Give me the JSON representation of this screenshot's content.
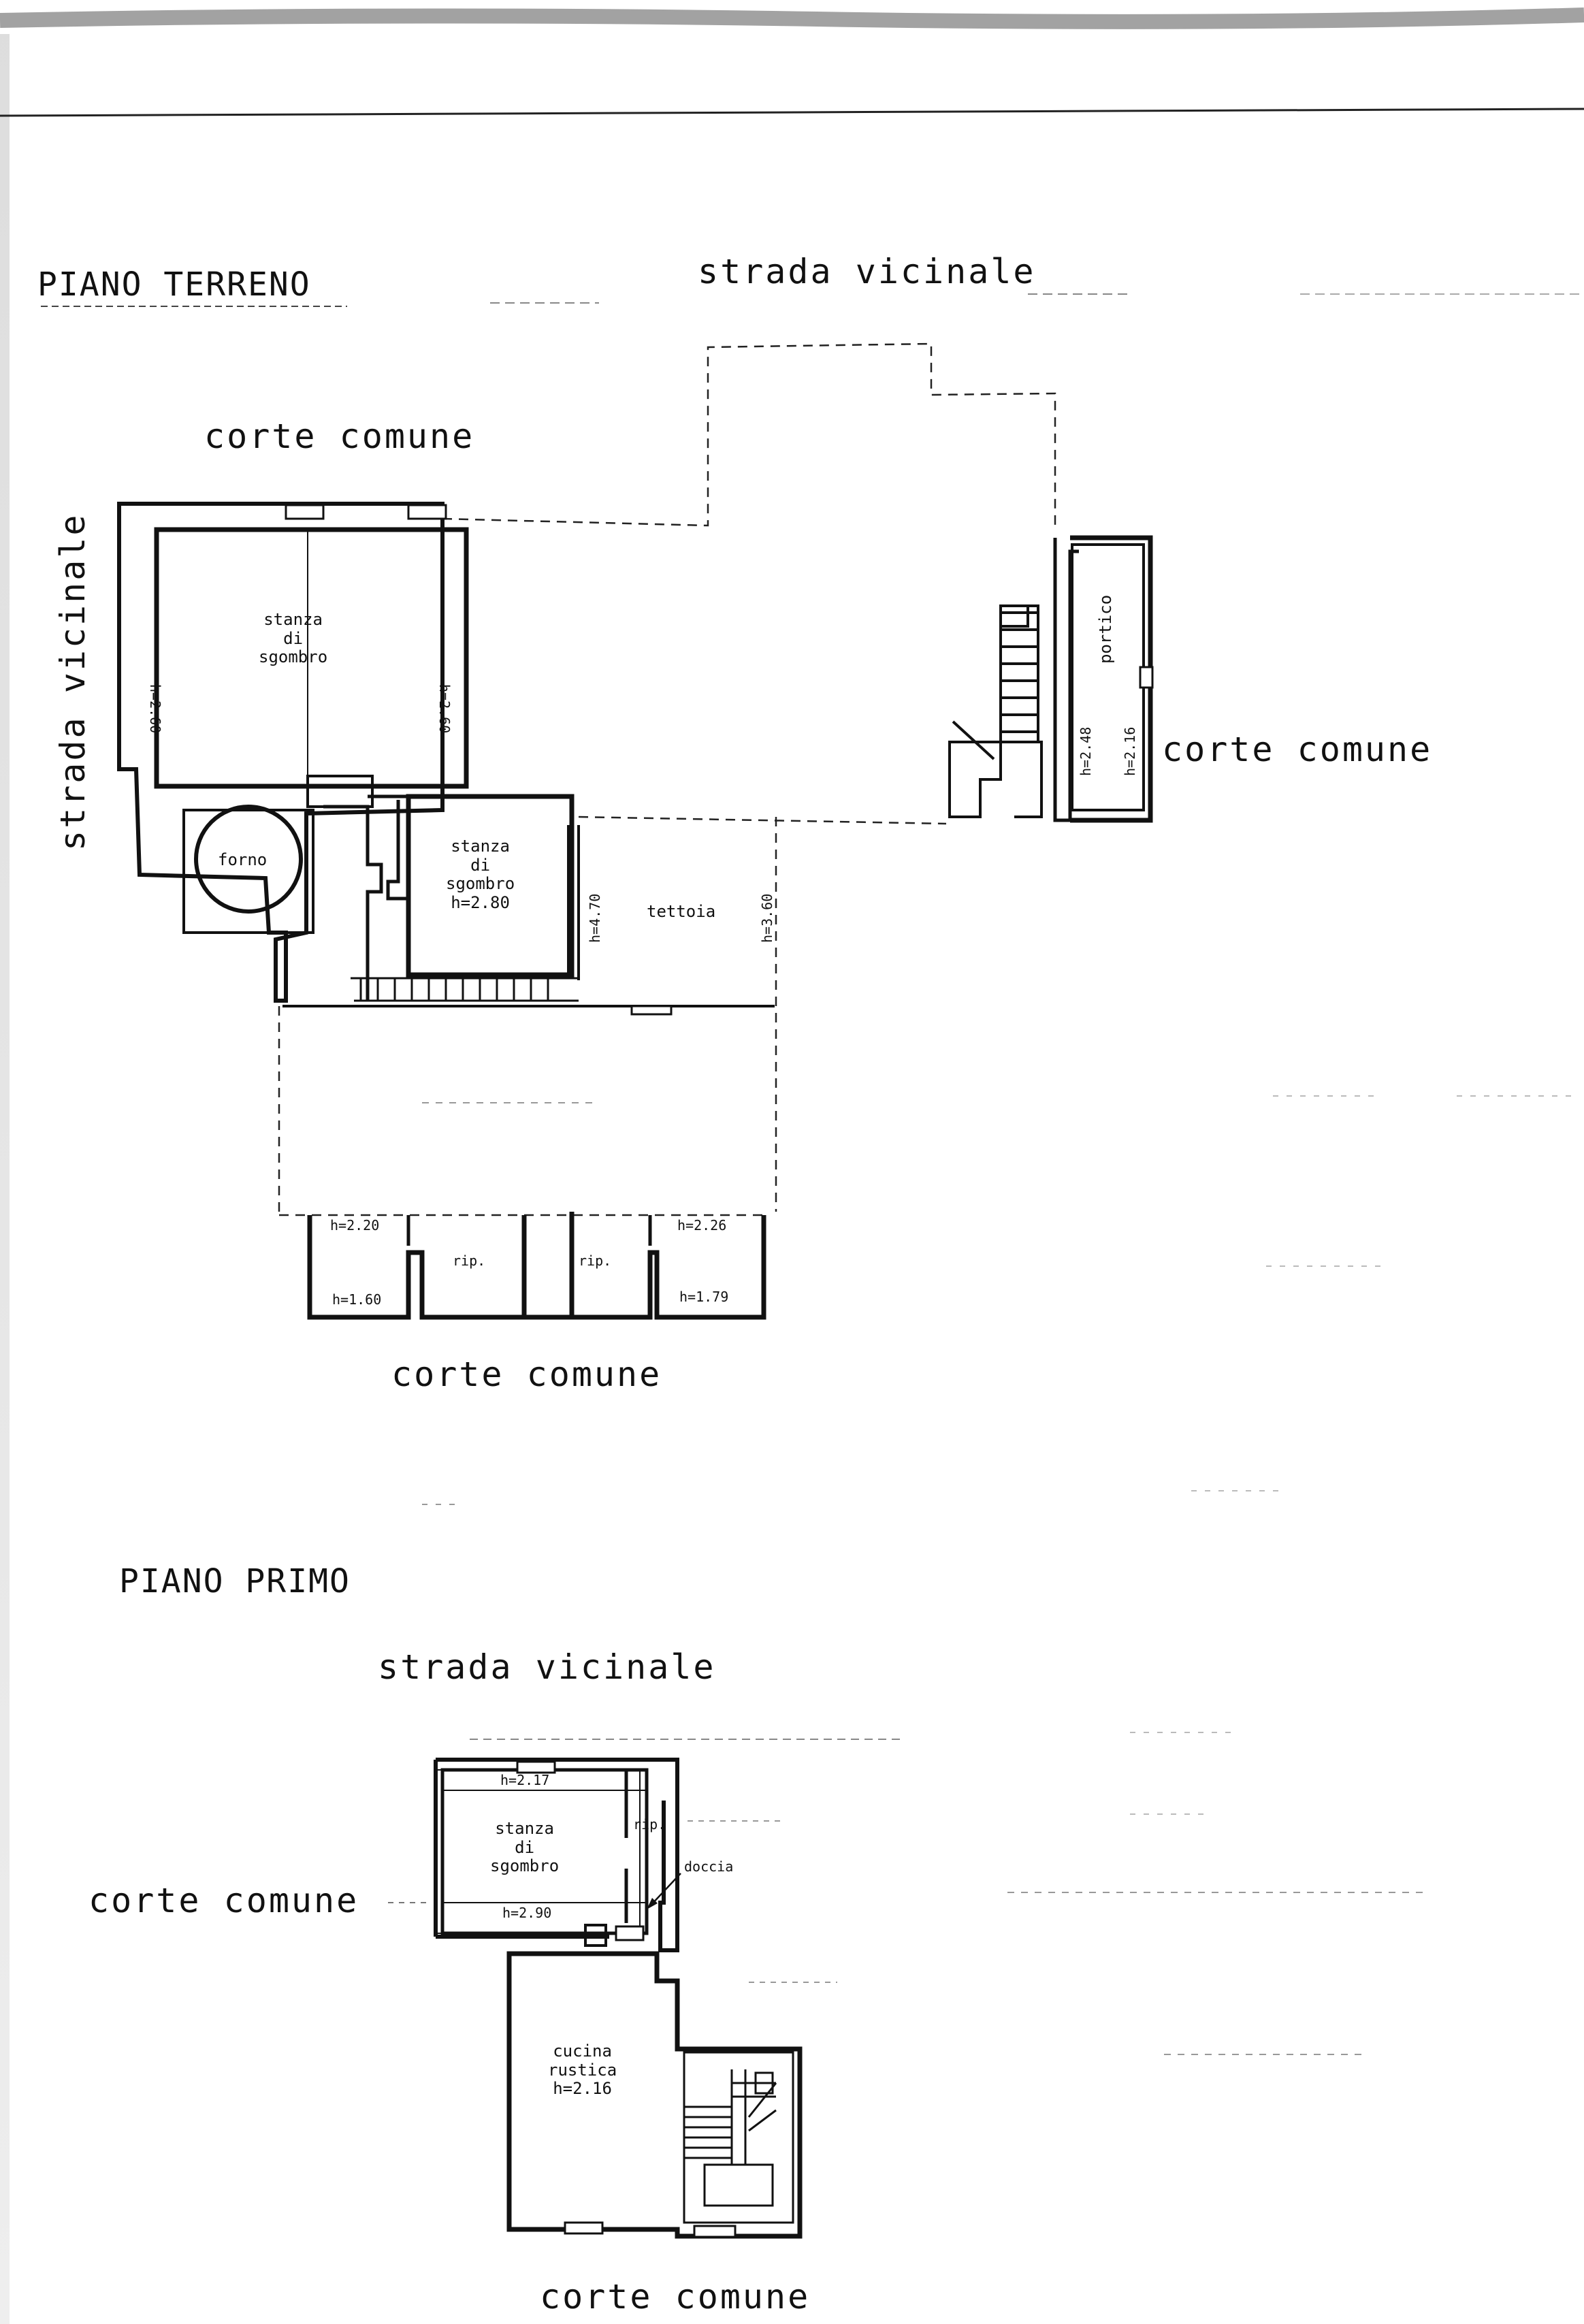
{
  "ground_floor": {
    "title": "PIANO TERRENO",
    "road_top": "strada vicinale",
    "road_left": "strada vicinale",
    "court_top": "corte comune",
    "court_right": "corte comune",
    "court_bottom": "corte comune",
    "storage_room_1": {
      "lines": [
        "stanza",
        "di",
        "sgombro"
      ],
      "height_left": "h=2.60",
      "height_right": "h=2.60"
    },
    "oven": "forno",
    "storage_room_2": {
      "lines": [
        "stanza",
        "di",
        "sgombro"
      ],
      "height": "h=2.80"
    },
    "height_470": "h=4.70",
    "canopy": "tettoia",
    "height_360": "h=3.60",
    "porch": "portico",
    "height_248": "h=2.48",
    "height_216": "h=2.16",
    "closets": {
      "label_a": "rip.",
      "label_b": "rip.",
      "h_220": "h=2.20",
      "h_226": "h=2.26",
      "h_160": "h=1.60",
      "h_179": "h=1.79"
    }
  },
  "first_floor": {
    "title": "PIANO PRIMO",
    "road": "strada vicinale",
    "court_left": "corte comune",
    "court_bottom": "corte comune",
    "storage_room": {
      "lines": [
        "stanza",
        "di",
        "sgombro"
      ],
      "h_top": "h=2.17",
      "h_bottom": "h=2.90",
      "closet": "rip."
    },
    "shower": "doccia",
    "kitchen": {
      "lines": [
        "cucina",
        "rustica"
      ],
      "height": "h=2.16"
    }
  }
}
